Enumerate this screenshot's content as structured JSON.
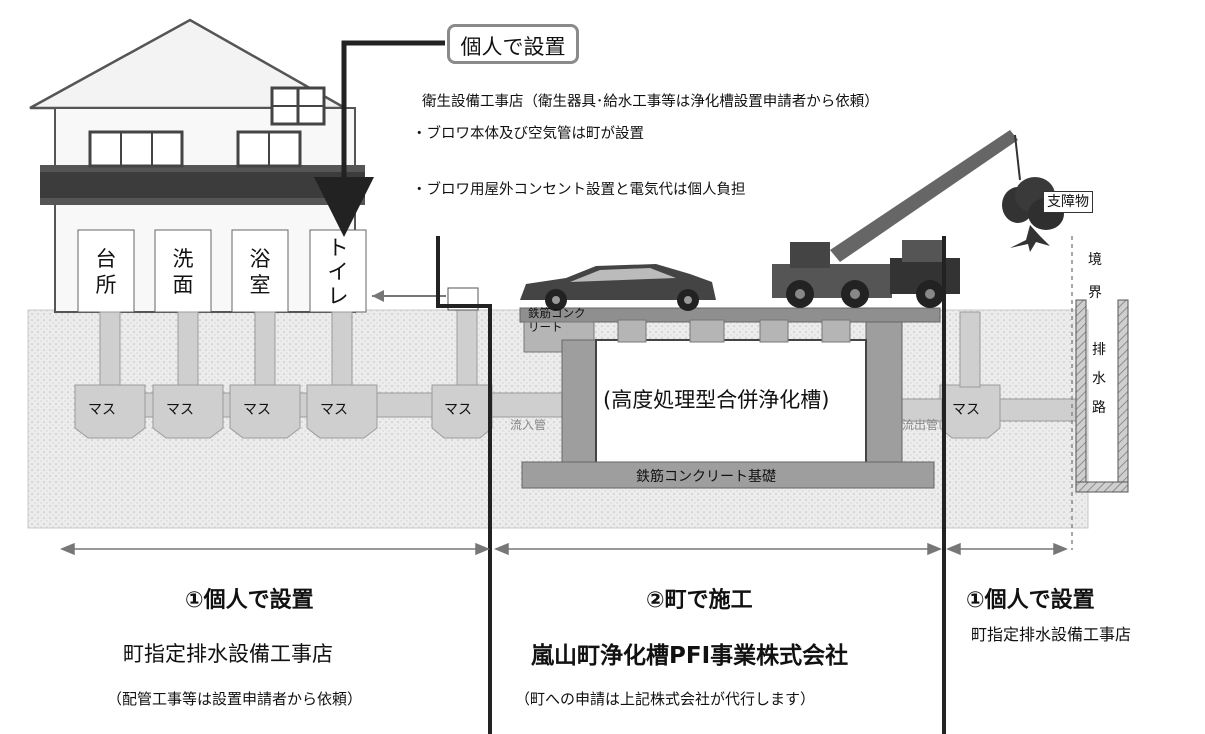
{
  "callout": {
    "label": "個人で設置"
  },
  "notes": {
    "contractor": "衛生設備工事店（衛生器具･給水工事等は浄化槽設置申請者から依頼）",
    "blower": "・ブロワ本体及び空気管は町が設置",
    "outlet": "・ブロワ用屋外コンセント設置と電気代は個人負担"
  },
  "obstacle_label": "支障物",
  "rooms": [
    "台所",
    "洗面",
    "浴室",
    "トイレ"
  ],
  "mas_label": "マス",
  "tank": {
    "title": "(高度処理型合併浄化槽)",
    "rc_top": "鉄筋コンクリート",
    "rc_base": "鉄筋コンクリート基礎",
    "inflow": "流入管",
    "outflow": "流出管"
  },
  "boundary": "境界",
  "drain": "排水路",
  "sections": {
    "left": {
      "heading": "①個人で設置",
      "contractor": "町指定排水設備工事店",
      "note": "（配管工事等は設置申請者から依頼）"
    },
    "center": {
      "heading": "②町で施工",
      "company": "嵐山町浄化槽PFI事業株式会社",
      "note": "（町への申請は上記株式会社が代行します）"
    },
    "right": {
      "heading": "①個人で設置",
      "contractor": "町指定排水設備工事店"
    }
  },
  "colors": {
    "ground": "#ebebeb",
    "concrete": "#b5b5b5",
    "concrete_dark": "#8f8f8f",
    "line": "#222222"
  }
}
